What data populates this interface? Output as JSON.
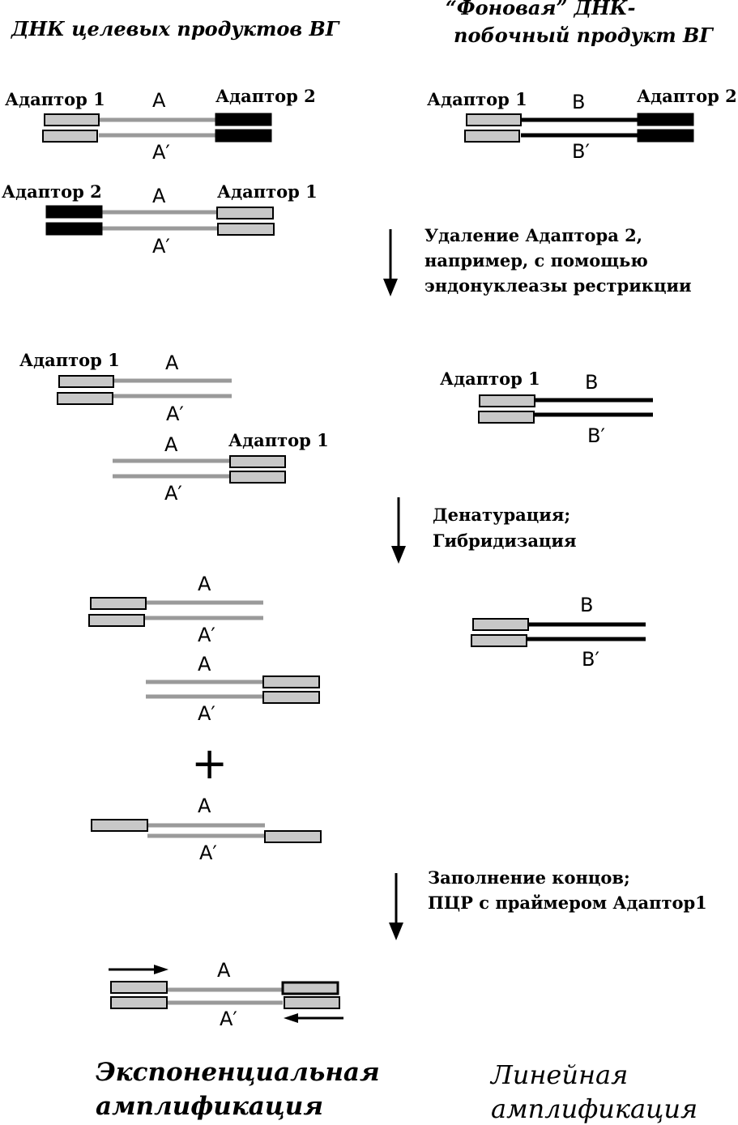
{
  "headers": {
    "left": "ДНК целевых продуктов ВГ",
    "right_line1": "“Фоновая” ДНК-",
    "right_line2": "побочный продукт ВГ"
  },
  "labels": {
    "adaptor1": "Адаптор 1",
    "adaptor2": "Адаптор 2"
  },
  "strands": {
    "a": "A",
    "a_prime": "A′",
    "b": "B",
    "b_prime": "B′"
  },
  "steps": {
    "step1": [
      "Удаление Адаптора 2,",
      "например, с помощью",
      "эндонуклеазы рестрикции"
    ],
    "step2": [
      "Денатурация;",
      "Гибридизация"
    ],
    "step3": [
      "Заполнение концов;",
      "ПЦР с праймером Адаптор1"
    ]
  },
  "plus": "+",
  "results": {
    "exponential": [
      "Экспоненциальная",
      "амплификация"
    ],
    "linear": [
      "Линейная",
      "амплификация"
    ]
  }
}
